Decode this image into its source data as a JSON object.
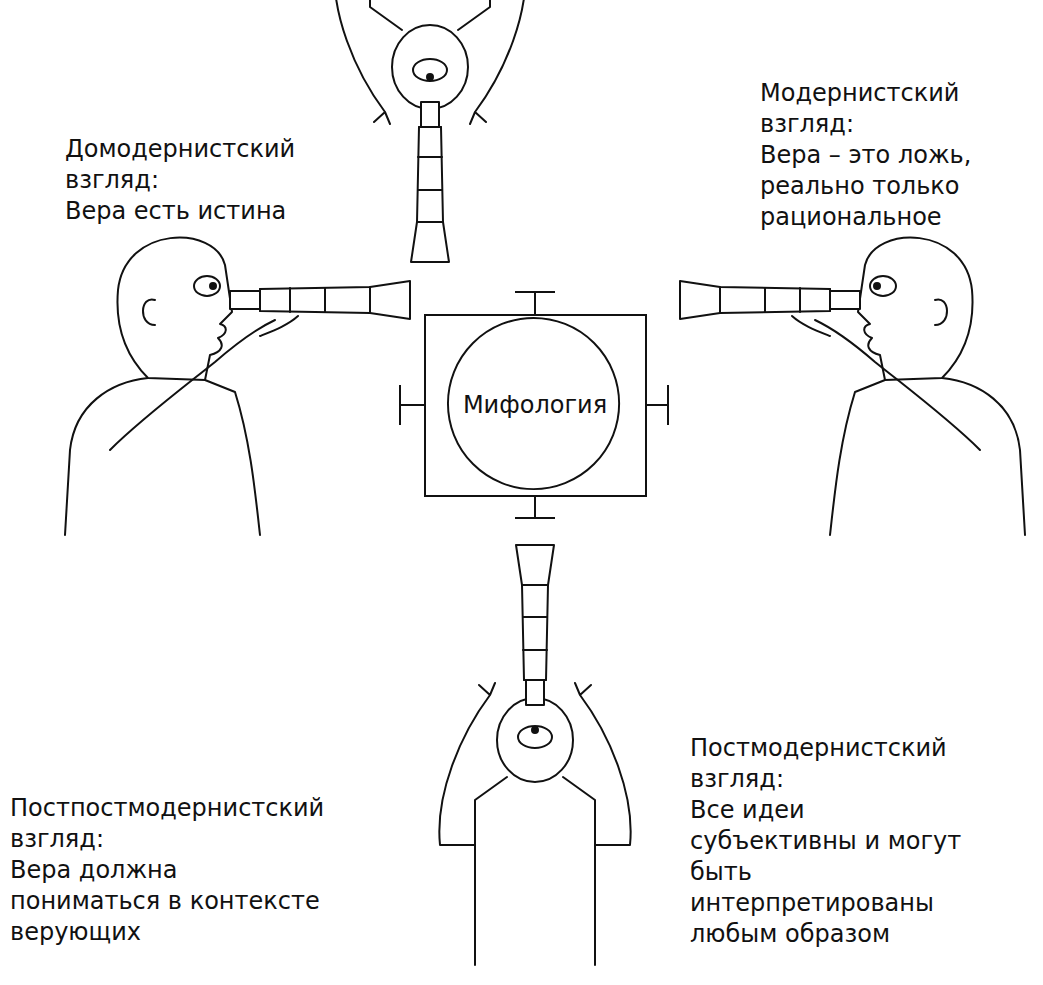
{
  "diagram": {
    "nodes": [
      {
        "text": [
          "Мифология"
        ]
      }
    ],
    "labels": [
      "Домодернистский взгляд:",
      "Вера есть истина",
      "Модернистский взгляд:",
      "Вера – это ложь, реально только рациональное",
      "Постмодернистский взгляд:",
      "Все идеи субъективны и могут быть интерпретированы любым образом",
      "Постпостмодернистский взгляд:",
      "Вера должна пониматься в контексте верующих"
    ]
  }
}
